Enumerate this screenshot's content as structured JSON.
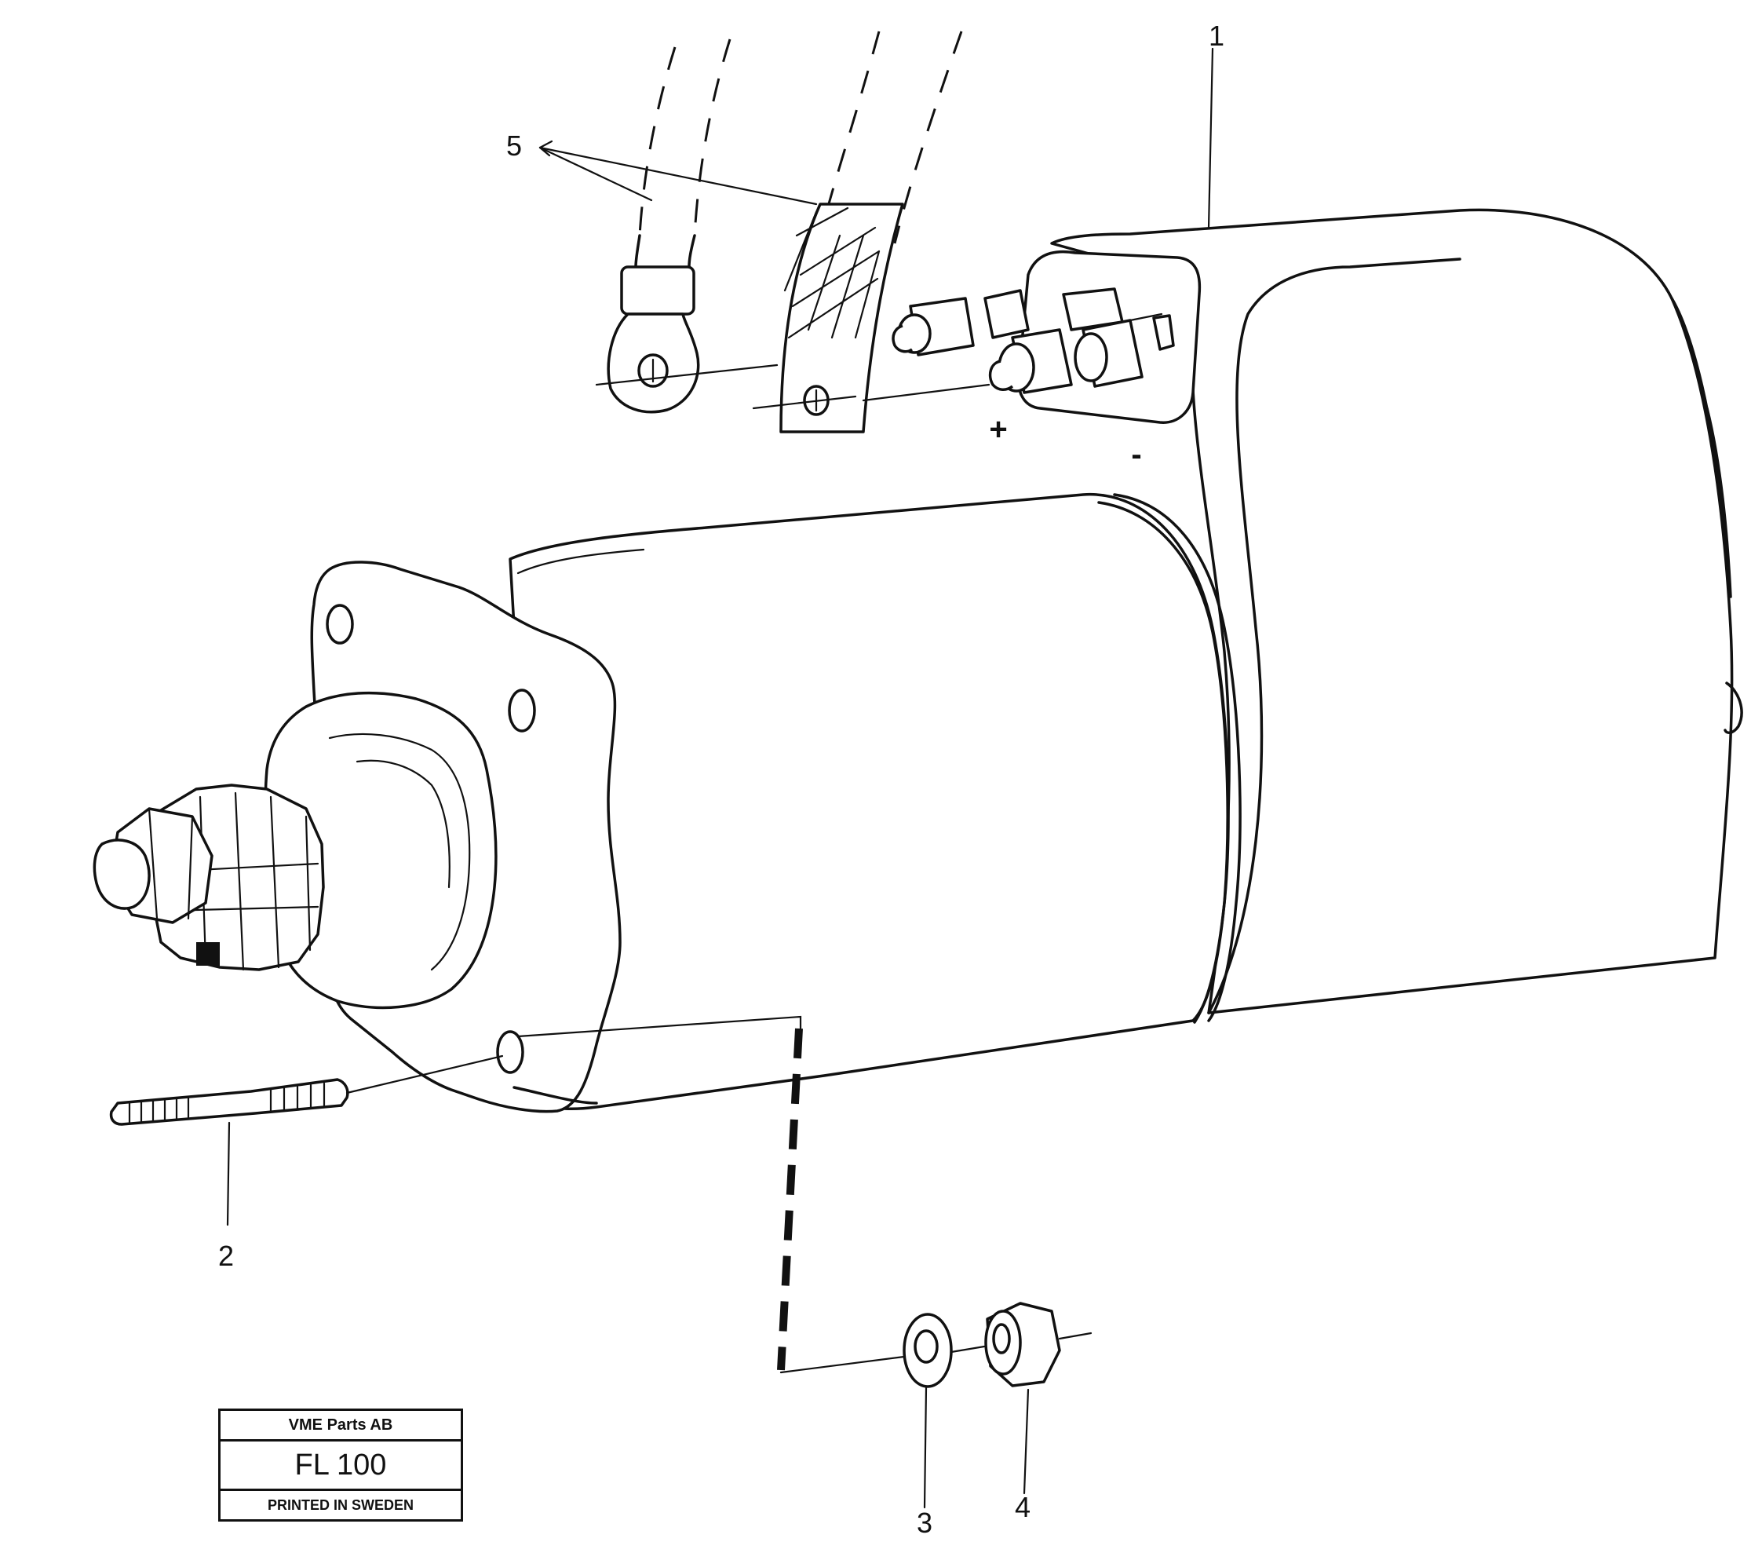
{
  "diagram": {
    "callouts": [
      {
        "id": "1",
        "label": "1"
      },
      {
        "id": "2",
        "label": "2"
      },
      {
        "id": "3",
        "label": "3"
      },
      {
        "id": "4",
        "label": "4"
      },
      {
        "id": "5",
        "label": "5"
      }
    ],
    "terminal_signs": {
      "positive": "+",
      "negative": "-"
    }
  },
  "title_block": {
    "company": "VME Parts AB",
    "code": "FL 100",
    "printed": "PRINTED IN SWEDEN"
  }
}
